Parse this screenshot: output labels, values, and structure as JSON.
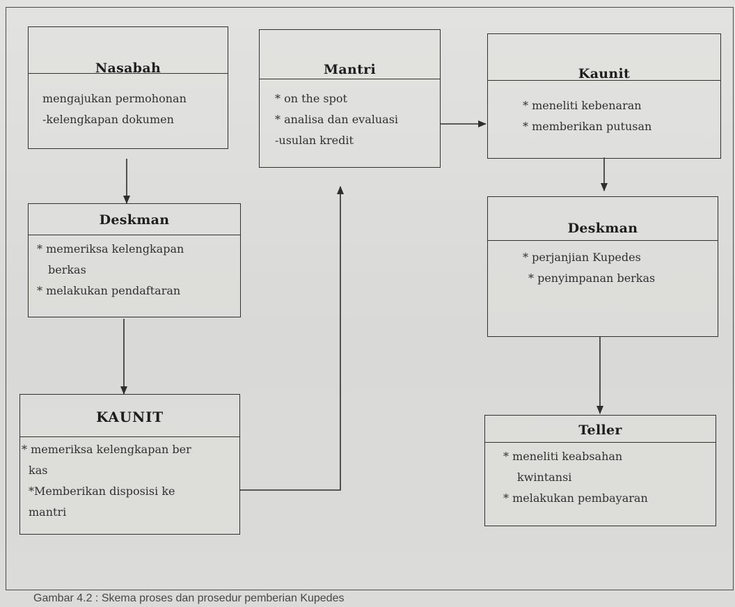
{
  "boxes": {
    "nasabah": {
      "title": "Nasabah",
      "lines": [
        "mengajukan permohonan",
        "-kelengkapan dokumen"
      ]
    },
    "mantri": {
      "title": "Mantri",
      "lines": [
        "* on the spot",
        "* analisa dan evaluasi",
        "-usulan kredit"
      ]
    },
    "kaunit_top": {
      "title": "Kaunit",
      "lines": [
        "* meneliti kebenaran",
        "* memberikan putusan"
      ]
    },
    "deskman_left": {
      "title": "Deskman",
      "lines": [
        "* memeriksa kelengkapan",
        "berkas",
        "* melakukan pendaftaran"
      ]
    },
    "deskman_right": {
      "title": "Deskman",
      "lines": [
        "* perjanjian Kupedes",
        "* penyimpanan berkas"
      ]
    },
    "kaunit_bottom": {
      "title": "KAUNIT",
      "lines": [
        "* memeriksa kelengkapan ber",
        "kas",
        "*Memberikan disposisi ke",
        "mantri"
      ]
    },
    "teller": {
      "title": "Teller",
      "lines": [
        "* meneliti keabsahan",
        "kwintansi",
        "* melakukan pembayaran"
      ]
    }
  },
  "caption": "Gambar 4.2 : Skema proses dan prosedur pemberian Kupedes"
}
